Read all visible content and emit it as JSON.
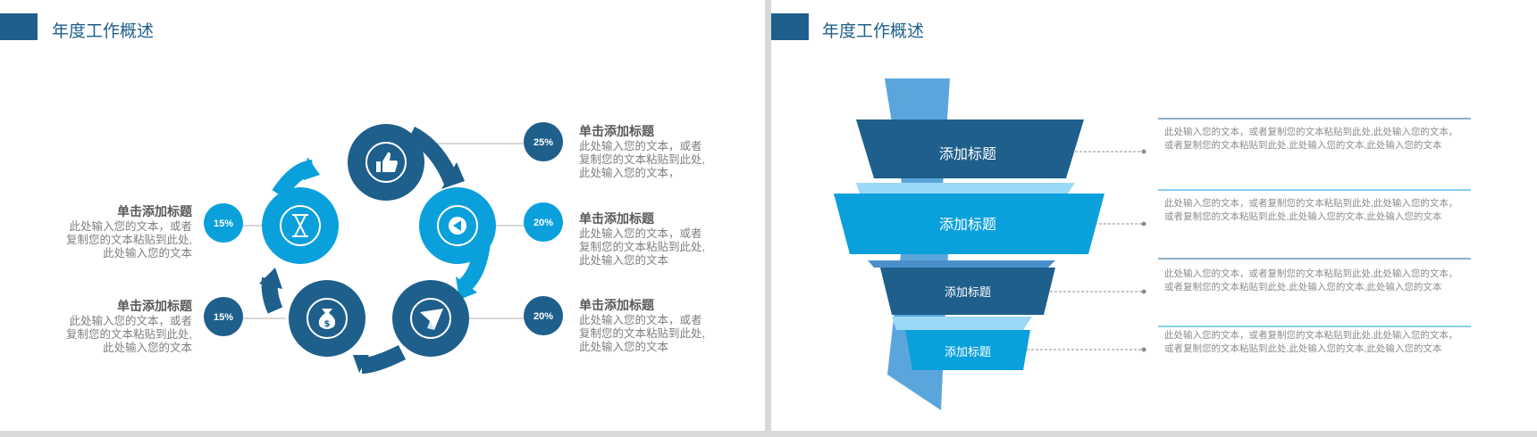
{
  "left_slide": {
    "title": "年度工作概述",
    "badges": [
      "25%",
      "20%",
      "20%",
      "15%",
      "15%"
    ],
    "items": [
      {
        "heading": "单击添加标题",
        "lines": [
          "此处输入您的文本，或者",
          "复制您的文本粘贴到此处,",
          "此处输入您的文本，"
        ]
      },
      {
        "heading": "单击添加标题",
        "lines": [
          "此处输入您的文本，或者",
          "复制您的文本粘贴到此处,",
          "此处输入您的文本"
        ]
      },
      {
        "heading": "单击添加标题",
        "lines": [
          "此处输入您的文本，或者",
          "复制您的文本粘贴到此处,",
          "此处输入您的文本"
        ]
      },
      {
        "heading": "单击添加标题",
        "lines": [
          "此处输入您的文本，或者",
          "复制您的文本粘贴到此处,",
          "此处输入您的文本"
        ]
      },
      {
        "heading": "单击添加标题",
        "lines": [
          "此处输入您的文本，或者",
          "复制您的文本粘贴到此处,",
          "此处输入您的文本"
        ]
      }
    ],
    "icons": [
      "thumbs-up-icon",
      "play-back-icon",
      "paper-plane-icon",
      "money-bag-icon",
      "hourglass-icon"
    ],
    "colors": {
      "dark": "#1e5f8c",
      "light": "#0aa0dc"
    }
  },
  "right_slide": {
    "title": "年度工作概述",
    "bands": [
      "添加标题",
      "添加标题",
      "添加标题",
      "添加标题"
    ],
    "descriptions": [
      [
        "此处输入您的文本，或者复制您的文本粘贴到此处,此处输入您的文本，",
        "或者复制您的文本粘贴到此处,此处输入您的文本,此处输入您的文本"
      ],
      [
        "此处输入您的文本，或者复制您的文本粘贴到此处,此处输入您的文本，",
        "或者复制您的文本粘贴到此处,此处输入您的文本,此处输入您的文本"
      ],
      [
        "此处输入您的文本，或者复制您的文本粘贴到此处,此处输入您的文本，",
        "或者复制您的文本粘贴到此处,此处输入您的文本,此处输入您的文本"
      ],
      [
        "此处输入您的文本，或者复制您的文本粘贴到此处,此处输入您的文本，",
        "或者复制您的文本粘贴到此处,此处输入您的文本,此处输入您的文本"
      ]
    ]
  }
}
